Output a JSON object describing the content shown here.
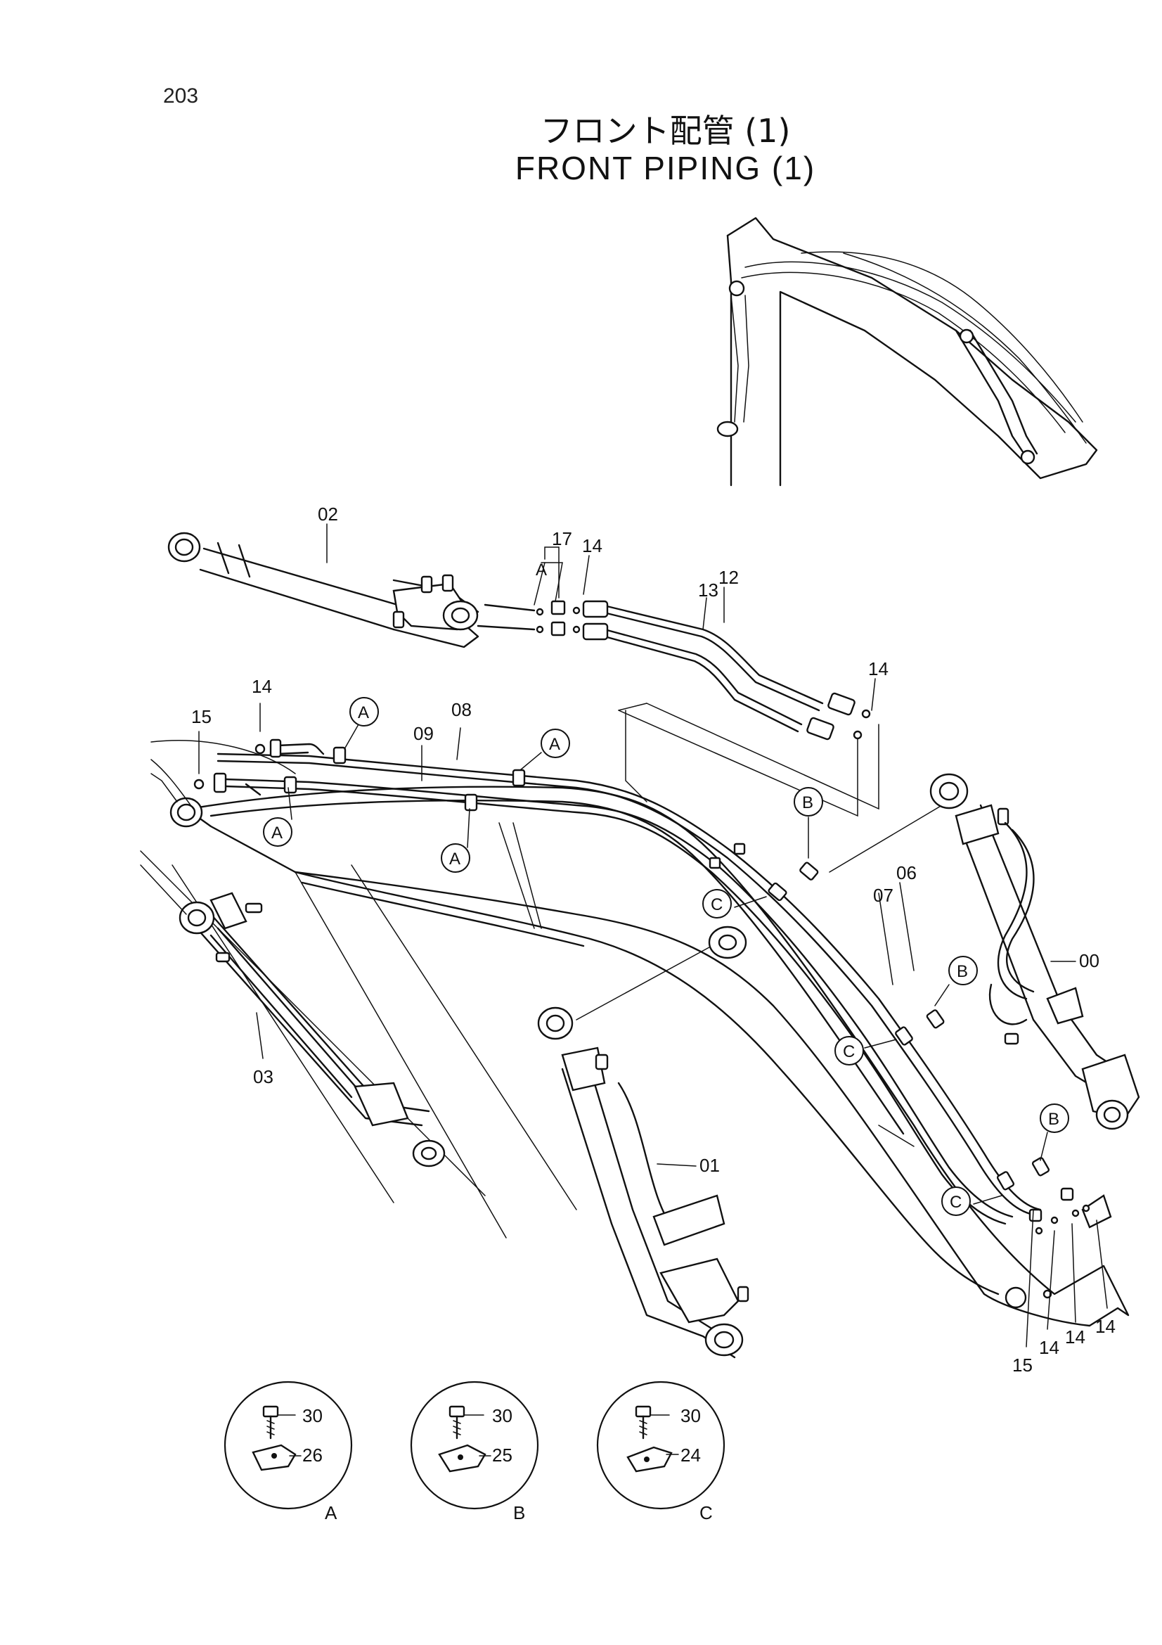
{
  "page_number": "203",
  "title_jp": "フロント配管 (1)",
  "title_en": "FRONT PIPING (1)",
  "part_labels": {
    "p00": "00",
    "p01": "01",
    "p02": "02",
    "p03": "03",
    "p06": "06",
    "p07": "07",
    "p08": "08",
    "p09": "09",
    "p12": "12",
    "p13": "13",
    "p14a": "14",
    "p14b": "14",
    "p14c": "14",
    "p14d": "14",
    "p14e": "14",
    "p15a": "15",
    "p15b": "15",
    "p17": "17",
    "sub_a": "A"
  },
  "callouts": {
    "a1": "A",
    "a2": "A",
    "a3": "A",
    "a4": "A",
    "b1": "B",
    "b2": "B",
    "b3": "B",
    "c1": "C",
    "c2": "C",
    "c3": "C"
  },
  "details": [
    {
      "letter": "A",
      "bolt": "30",
      "clamp": "26"
    },
    {
      "letter": "B",
      "bolt": "30",
      "clamp": "25"
    },
    {
      "letter": "C",
      "bolt": "30",
      "clamp": "24"
    }
  ]
}
